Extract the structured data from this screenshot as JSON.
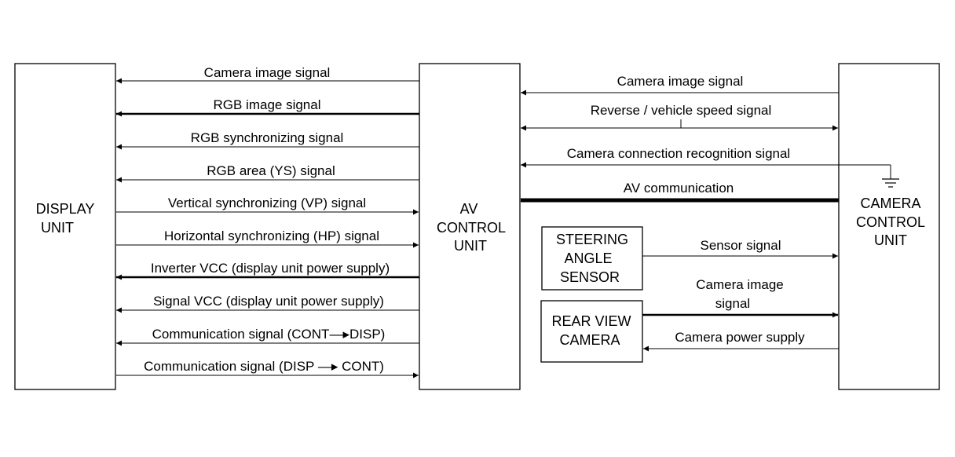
{
  "blocks": {
    "display_unit": [
      "DISPLAY",
      "UNIT"
    ],
    "av_control_unit": [
      "AV",
      "CONTROL",
      "UNIT"
    ],
    "camera_control_unit": [
      "CAMERA",
      "CONTROL",
      "UNIT"
    ],
    "steering_angle_sensor": [
      "STEERING",
      "ANGLE",
      "SENSOR"
    ],
    "rear_view_camera": [
      "REAR VIEW",
      "CAMERA"
    ]
  },
  "left_signals": [
    {
      "label": "Camera image signal",
      "direction": "to-display",
      "weight": "thin"
    },
    {
      "label": "RGB image signal",
      "direction": "to-display",
      "weight": "thick"
    },
    {
      "label": "RGB synchronizing signal",
      "direction": "to-display",
      "weight": "thin"
    },
    {
      "label": "RGB area (YS) signal",
      "direction": "to-display",
      "weight": "thin"
    },
    {
      "label": "Vertical synchronizing (VP) signal",
      "direction": "to-av",
      "weight": "thin"
    },
    {
      "label": "Horizontal synchronizing (HP) signal",
      "direction": "to-av",
      "weight": "thin"
    },
    {
      "label": "Inverter VCC (display unit power supply)",
      "direction": "to-display",
      "weight": "thick"
    },
    {
      "label": "Signal VCC (display unit power supply)",
      "direction": "to-display",
      "weight": "thin"
    },
    {
      "label": "Communication signal (CONT—▸DISP)",
      "direction": "to-display",
      "weight": "thin"
    },
    {
      "label": "Communication signal (DISP —▸ CONT)",
      "direction": "to-av",
      "weight": "thin"
    }
  ],
  "right_signals": {
    "camera_image": "Camera image signal",
    "reverse_speed": "Reverse / vehicle speed signal",
    "connection_recognition": "Camera connection recognition signal",
    "av_communication": "AV communication",
    "sensor_signal": "Sensor signal",
    "camera_image_rear": [
      "Camera image",
      "signal"
    ],
    "camera_power": "Camera power supply"
  },
  "icons": {
    "ground": "ground-symbol-icon",
    "arrowhead": "arrowhead-icon"
  }
}
